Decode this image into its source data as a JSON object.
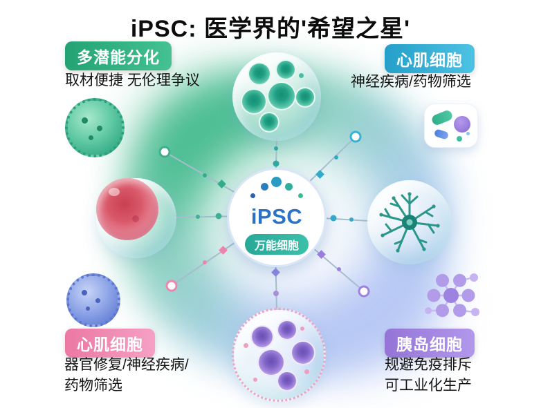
{
  "title": "iPSC:  医学界的'希望之星'",
  "hub": {
    "label": "iPSC",
    "sublabel": "万能细胞"
  },
  "callouts": {
    "top_left": {
      "badge": "多潜能分化",
      "line1": "取材便捷 无伦理争议"
    },
    "top_right": {
      "badge": "心肌细胞",
      "line1": "神经疾病/药物筛选"
    },
    "bottom_left": {
      "badge": "心肌细胞",
      "line1": "器官修复/神经疾病/",
      "line2": "药物筛选"
    },
    "bottom_right": {
      "badge": "胰岛细胞",
      "line1": "规避免疫排斥",
      "line2": "可工业化生产"
    }
  },
  "colors": {
    "green_badge": "#23a273",
    "cyan_badge": "#259fc9",
    "pink_badge": "#eb78a3",
    "purple_badge": "#9474d6",
    "hub_text_blue": "#2a72c8",
    "hub_pill_teal": "#2fae9e",
    "connector_line": "#a6bdcd"
  },
  "icons": [
    "stem-cell-cluster-icon",
    "spiky-green-cell-icon",
    "red-blood-cell-icon",
    "neuron-icon",
    "purple-cell-cluster-icon",
    "spiky-blue-cell-icon",
    "organelle-card-icon",
    "molecule-cluster-icon"
  ]
}
